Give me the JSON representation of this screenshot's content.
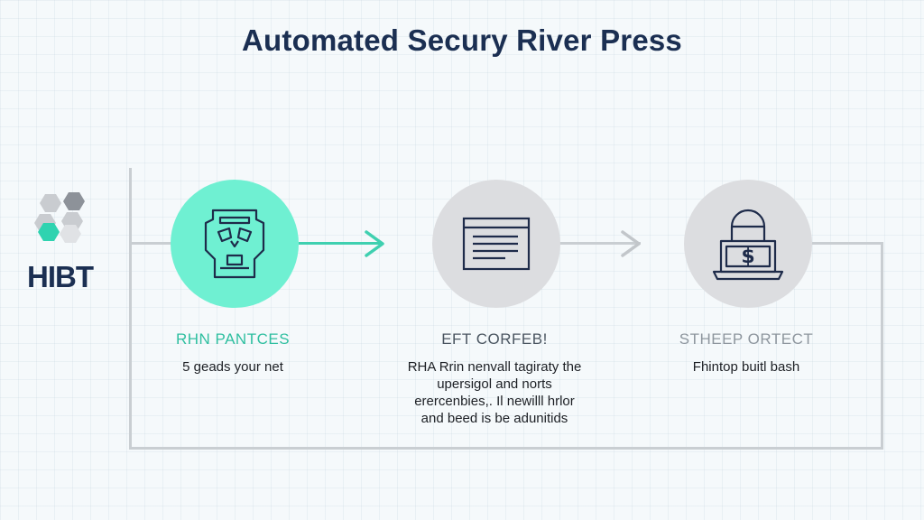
{
  "title": "Automated Secury River Press",
  "brand": {
    "name": "HIBT"
  },
  "steps": [
    {
      "label": "RHN PANTCES",
      "icon": "shield-face-icon",
      "description": [
        "5 geads your net"
      ]
    },
    {
      "label": "EFT CORFEB!",
      "icon": "document-icon",
      "description": [
        "RHA Rrin nenvall tagiraty the",
        "upersigol and norts",
        "erercenbies,. Il newilll hrlor",
        "and beed is be adunitids"
      ]
    },
    {
      "label": "STHEEP ORTECT",
      "icon": "dollar-lock-icon",
      "description": [
        "Fhintop buitl bash"
      ]
    }
  ],
  "colors": {
    "accent": "#3fd0b0",
    "node_active": "#6ff0d2",
    "node_inactive": "#dcdde0",
    "title": "#1b2f52",
    "frame": "#c9ced2"
  }
}
